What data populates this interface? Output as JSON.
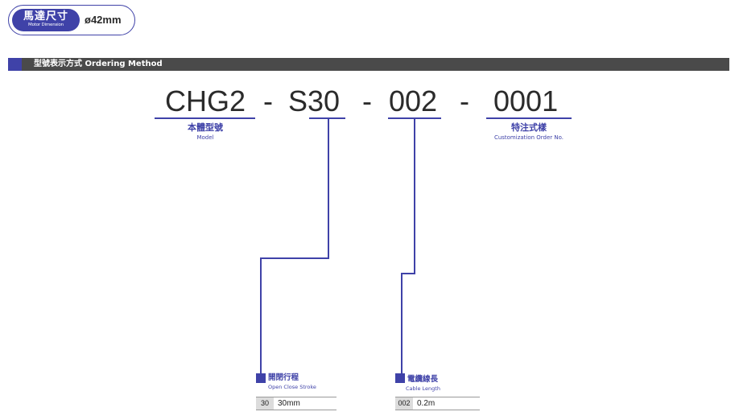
{
  "badge": {
    "title": "馬達尺寸",
    "subtitle": "Motor Dimension",
    "value": "ø42mm"
  },
  "section": {
    "title": "型號表示方式  Ordering Method"
  },
  "model_code": {
    "part1": "CHG2",
    "sep1": "-",
    "part2": "S30",
    "sep2": "-",
    "part3": "002",
    "sep3": "-",
    "part4": "0001"
  },
  "captions": {
    "model_zh": "本體型號",
    "model_en": "Model",
    "custom_zh": "特注式樣",
    "custom_en": "Customization Order No."
  },
  "specs": {
    "stroke": {
      "title_zh": "開閉行程",
      "title_en": "Open Close Stroke",
      "code": "30",
      "value": "30mm"
    },
    "cable": {
      "title_zh": "電纜線長",
      "title_en": "Cable Length",
      "code": "002",
      "value": "0.2m"
    }
  },
  "colors": {
    "accent": "#3f42a8",
    "header_bar": "#4a4a4a",
    "text": "#2b2b2b"
  }
}
